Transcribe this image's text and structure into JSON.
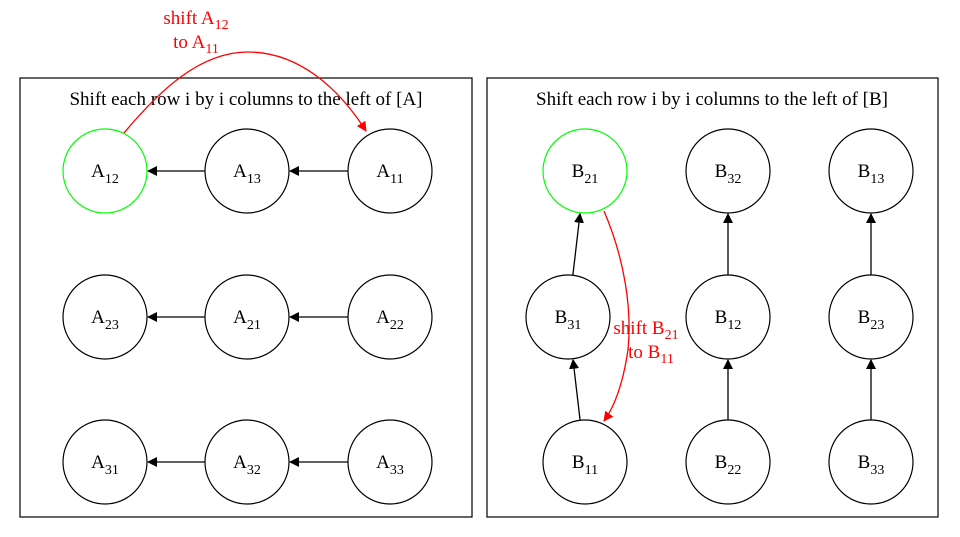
{
  "colors": {
    "node_stroke": "#000000",
    "highlight_stroke": "#00ff00",
    "edge": "#000000",
    "shift_edge": "#ff0000"
  },
  "panels": [
    {
      "id": "a",
      "title": "Shift each row i by i columns to the left of [A]",
      "nodes": [
        {
          "id": "a11",
          "letter": "A",
          "sub": "11",
          "highlight": false
        },
        {
          "id": "a12",
          "letter": "A",
          "sub": "12",
          "highlight": true
        },
        {
          "id": "a13",
          "letter": "A",
          "sub": "13",
          "highlight": false
        },
        {
          "id": "a21",
          "letter": "A",
          "sub": "21",
          "highlight": false
        },
        {
          "id": "a22",
          "letter": "A",
          "sub": "22",
          "highlight": false
        },
        {
          "id": "a23",
          "letter": "A",
          "sub": "23",
          "highlight": false
        },
        {
          "id": "a31",
          "letter": "A",
          "sub": "31",
          "highlight": false
        },
        {
          "id": "a32",
          "letter": "A",
          "sub": "32",
          "highlight": false
        },
        {
          "id": "a33",
          "letter": "A",
          "sub": "33",
          "highlight": false
        }
      ],
      "edges": [
        {
          "from": "a11",
          "to": "a13"
        },
        {
          "from": "a13",
          "to": "a12"
        },
        {
          "from": "a22",
          "to": "a21"
        },
        {
          "from": "a21",
          "to": "a23"
        },
        {
          "from": "a33",
          "to": "a32"
        },
        {
          "from": "a32",
          "to": "a31"
        }
      ]
    },
    {
      "id": "b",
      "title": "Shift each row i by i columns to the left of [B]",
      "nodes": [
        {
          "id": "b21",
          "letter": "B",
          "sub": "21",
          "highlight": true
        },
        {
          "id": "b32",
          "letter": "B",
          "sub": "32",
          "highlight": false
        },
        {
          "id": "b13",
          "letter": "B",
          "sub": "13",
          "highlight": false
        },
        {
          "id": "b31",
          "letter": "B",
          "sub": "31",
          "highlight": false
        },
        {
          "id": "b12",
          "letter": "B",
          "sub": "12",
          "highlight": false
        },
        {
          "id": "b23",
          "letter": "B",
          "sub": "23",
          "highlight": false
        },
        {
          "id": "b11",
          "letter": "B",
          "sub": "11",
          "highlight": false
        },
        {
          "id": "b22",
          "letter": "B",
          "sub": "22",
          "highlight": false
        },
        {
          "id": "b33",
          "letter": "B",
          "sub": "33",
          "highlight": false
        }
      ],
      "edges": [
        {
          "from": "b11",
          "to": "b31"
        },
        {
          "from": "b31",
          "to": "b21"
        },
        {
          "from": "b22",
          "to": "b12"
        },
        {
          "from": "b12",
          "to": "b32"
        },
        {
          "from": "b33",
          "to": "b23"
        },
        {
          "from": "b23",
          "to": "b13"
        }
      ]
    }
  ],
  "shift_edges": [
    {
      "id": "shift-a",
      "from": "a12",
      "to": "a11",
      "label_line1": "shift A",
      "label_line1_sub": "12",
      "label_line2": "to A",
      "label_line2_sub": "11"
    },
    {
      "id": "shift-b",
      "from": "b21",
      "to": "b11",
      "label_line1": "shift B",
      "label_line1_sub": "21",
      "label_line2": "to B",
      "label_line2_sub": "11"
    }
  ]
}
